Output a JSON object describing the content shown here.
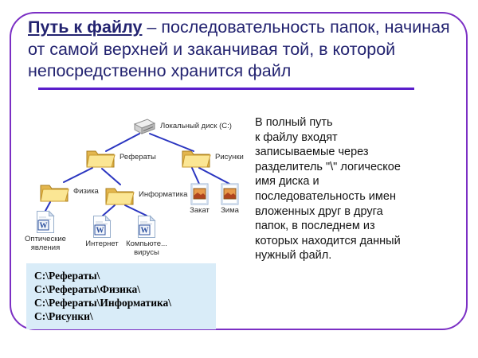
{
  "slide": {
    "title_lead": "Путь к файлу",
    "title_rest": " – последовательность папок, начиная от самой верхней и заканчивая той, в которой непосредственно хранится файл",
    "colors": {
      "border_accent": "#7B2FC4",
      "title_text": "#232370",
      "underline": "#5A1ECB",
      "connector_line": "#2A35C0",
      "paths_box_bg": "#D9ECF8",
      "folder_yellow": "#FBE694"
    }
  },
  "tree": {
    "nodes": [
      {
        "label": "Локальный диск (C:)",
        "icon": "disk-icon"
      },
      {
        "label": "Рефераты",
        "icon": "folder-icon"
      },
      {
        "label": "Рисунки",
        "icon": "folder-icon"
      },
      {
        "label": "Физика",
        "icon": "folder-icon"
      },
      {
        "label": "Информатика",
        "icon": "folder-icon"
      },
      {
        "label": "Закат",
        "icon": "image-file-icon"
      },
      {
        "label": "Зима",
        "icon": "image-file-icon"
      },
      {
        "label": "Оптические явления",
        "icon": "word-doc-icon"
      },
      {
        "label": "Интернет",
        "icon": "word-doc-icon"
      },
      {
        "label": "Компьюте... вирусы",
        "icon": "word-doc-icon"
      }
    ]
  },
  "description": {
    "text": "В полный путь\nк файлу входят\nзаписываемые через\nразделитель \"\\\" логическое\nимя диска и\nпоследовательность имен\nвложенных друг в друга\nпапок, в последнем из\nкоторых находится данный\nнужный файл."
  },
  "paths_box": {
    "lines": [
      "C:\\Рефераты\\",
      "C:\\Рефераты\\Физика\\",
      "C:\\Рефераты\\Информатика\\",
      "C:\\Рисунки\\"
    ]
  }
}
